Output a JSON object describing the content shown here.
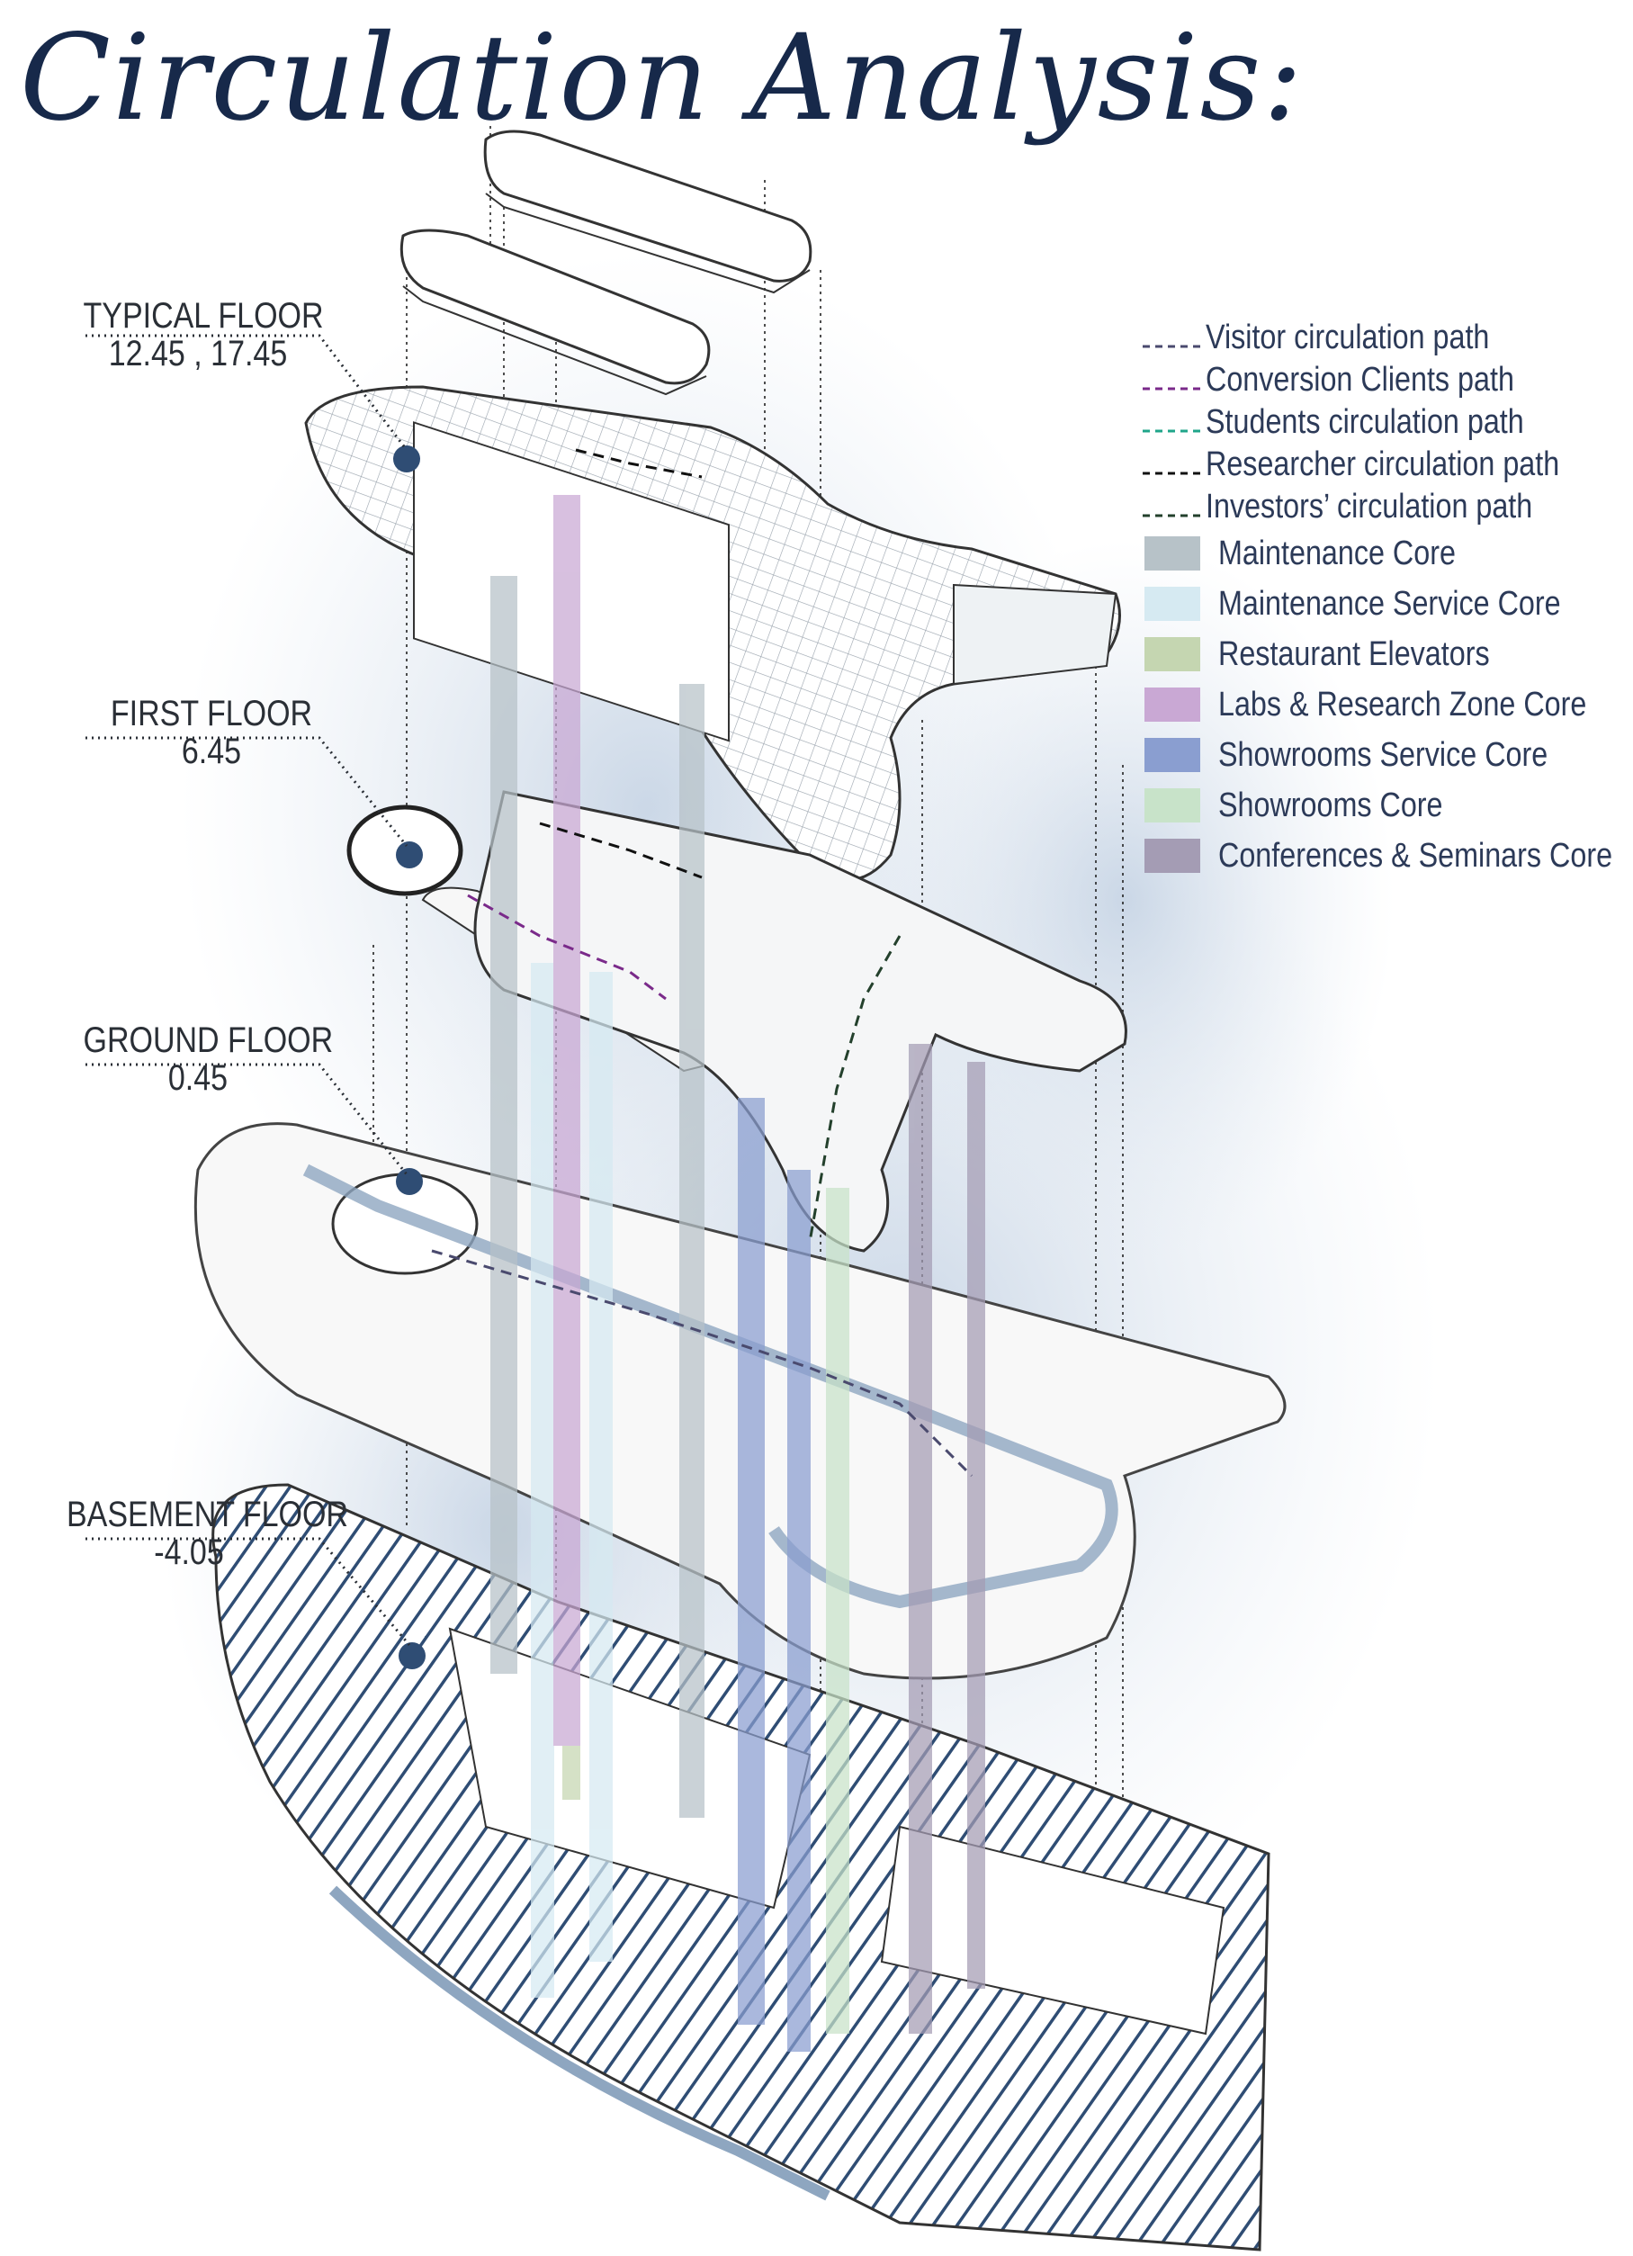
{
  "title": "Circulation Analysis:",
  "floors": [
    {
      "id": "typical",
      "name": "TYPICAL FLOOR",
      "level": "12.45 , 17.45"
    },
    {
      "id": "first",
      "name": "FIRST FLOOR",
      "level": "6.45"
    },
    {
      "id": "ground",
      "name": "GROUND FLOOR",
      "level": "0.45"
    },
    {
      "id": "basement",
      "name": "BASEMENT FLOOR",
      "level": "-4.05"
    }
  ],
  "legend": {
    "paths": [
      {
        "label": "Visitor circulation path",
        "color": "#4a4a6e"
      },
      {
        "label": "Conversion Clients path",
        "color": "#7a2a8a"
      },
      {
        "label": "Students circulation path",
        "color": "#1fa58a"
      },
      {
        "label": "Researcher circulation path",
        "color": "#111111"
      },
      {
        "label": "Investors’ circulation path",
        "color": "#23402c"
      }
    ],
    "cores": [
      {
        "label": "Maintenance Core",
        "color": "#b7c2c8"
      },
      {
        "label": "Maintenance Service Core",
        "color": "#d6eaf2"
      },
      {
        "label": "Restaurant Elevators",
        "color": "#c5d6b1"
      },
      {
        "label": "Labs & Research Zone Core",
        "color": "#c9a8d4"
      },
      {
        "label": "Showrooms Service Core",
        "color": "#8a9ed0"
      },
      {
        "label": "Showrooms Core",
        "color": "#c8e3c9"
      },
      {
        "label": "Conferences & Seminars Core",
        "color": "#a49cb4"
      }
    ]
  },
  "colors": {
    "title": "#17294a",
    "marker": "#2f4d74",
    "background_wash": "#cad6e6"
  }
}
